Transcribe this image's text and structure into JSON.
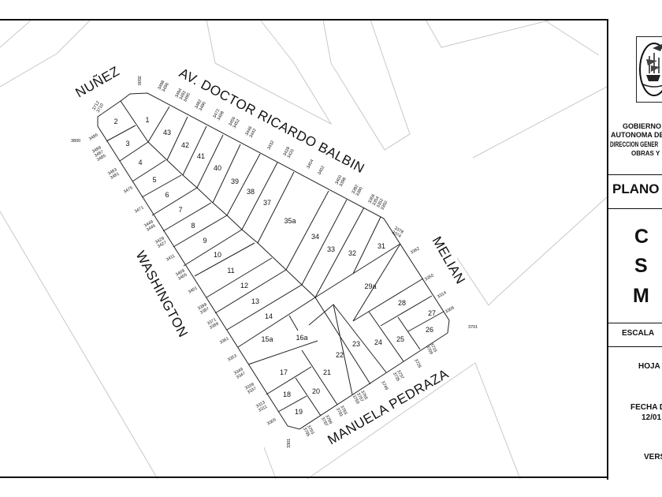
{
  "streets": {
    "nunez": "NUÑEZ",
    "balbin": "AV. DOCTOR RICARDO BALBIN",
    "washington": "WASHINGTON",
    "melian": "MELIAN",
    "pedraza": "MANUELA PEDRAZA"
  },
  "parcels": [
    "1",
    "2",
    "3",
    "4",
    "5",
    "6",
    "7",
    "8",
    "9",
    "10",
    "11",
    "12",
    "13",
    "14",
    "15a",
    "16a",
    "17",
    "18",
    "19",
    "20",
    "21",
    "22",
    "23",
    "24",
    "25",
    "26",
    "27",
    "28",
    "29a",
    "31",
    "32",
    "33",
    "34",
    "35a",
    "37",
    "38",
    "39",
    "40",
    "41",
    "42",
    "43"
  ],
  "addresses": {
    "nunez": [
      "3500",
      "3712 3710",
      "3800"
    ],
    "balbin": [
      "3498 3496",
      "3494 3492 3490",
      "3482 3480",
      "3472 3468",
      "3456 3452",
      "3446 3442",
      "3432",
      "3428 3420",
      "3404",
      "3402",
      "3400 3398",
      "3382 3380",
      "3356 3354 3352 3350"
    ],
    "melian": [
      "3378 3374",
      "3362",
      "3350",
      "3314",
      "3306",
      "3701"
    ],
    "washington": [
      "3495",
      "3489 3487 3485",
      "3483 3481",
      "3475",
      "3471",
      "3449 3445",
      "3429 3427",
      "3411",
      "3409 3405",
      "3401",
      "3399 3397",
      "3371 3369",
      "3361",
      "3353",
      "3349 3347",
      "3339 3337",
      "3313 3311",
      "3305",
      "3301"
    ],
    "pedraza": [
      "3793 3795",
      "3789 3787",
      "3783 3781",
      "3765 3757 3759",
      "3749",
      "3737 3735",
      "3725",
      "3715 3709"
    ]
  },
  "panel": {
    "org_line1": "GOBIERNO D",
    "org_line2": "AUTONOMA DE",
    "org_line3": "DIRECCION GENER",
    "org_line4": "OBRAS Y",
    "title": "PLANO",
    "code_c": "C",
    "code_s": "S",
    "code_m": "M",
    "scale_label": "ESCALA",
    "sheet_label": "HOJA N",
    "date_label": "FECHA D",
    "date_value": "12/01",
    "version_label": "VERS"
  }
}
